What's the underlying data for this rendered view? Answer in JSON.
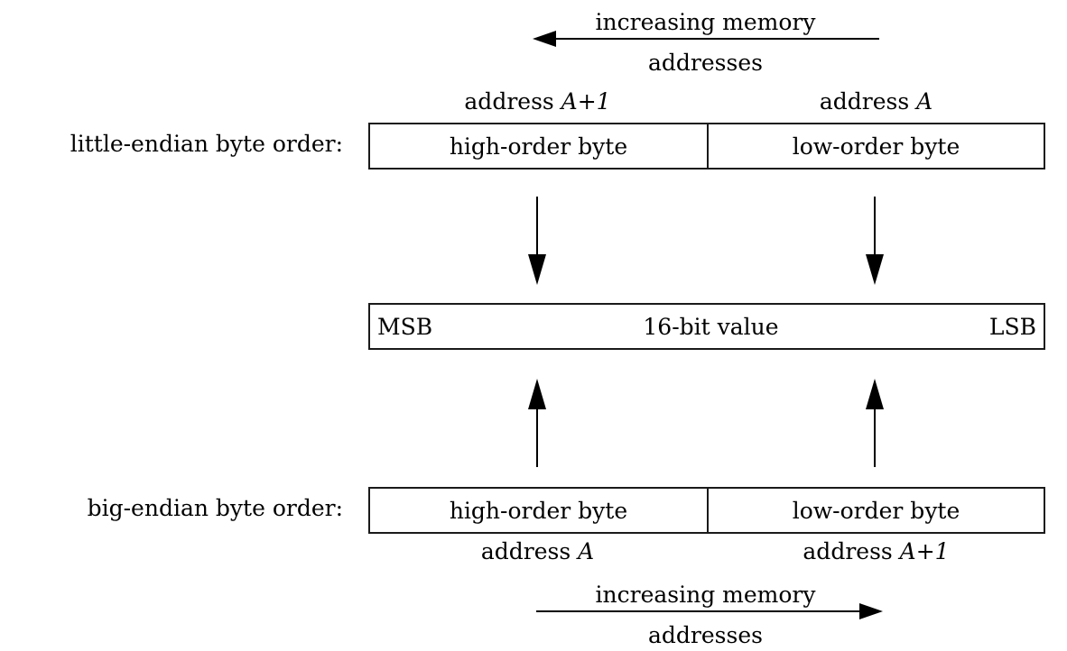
{
  "diagram": {
    "title": "Endianness byte order diagram",
    "colors": {
      "ink": "#000000",
      "rule": "#1a1a1a",
      "background": "#ffffff"
    },
    "top_banner": {
      "line1": "increasing memory",
      "line2": "addresses",
      "direction": "left",
      "arrow_name": "increasing-memory-arrow-left"
    },
    "bottom_banner": {
      "line1": "increasing memory",
      "line2": "addresses",
      "direction": "right",
      "arrow_name": "increasing-memory-arrow-right"
    },
    "little_endian": {
      "row_label": "little-endian byte order:",
      "address_left_prefix": "address ",
      "address_left_symbol": "A+1",
      "address_right_prefix": "address ",
      "address_right_symbol": "A",
      "cell_left": "high-order byte",
      "cell_right": "low-order byte"
    },
    "big_endian": {
      "row_label": "big-endian byte order:",
      "address_left_prefix": "address ",
      "address_left_symbol": "A",
      "address_right_prefix": "address ",
      "address_right_symbol": "A+1",
      "cell_left": "high-order byte",
      "cell_right": "low-order byte"
    },
    "value_box": {
      "msb": "MSB",
      "label": "16-bit value",
      "lsb": "LSB"
    },
    "connectors": {
      "down_left": "down-arrow",
      "down_right": "down-arrow",
      "up_left": "up-arrow",
      "up_right": "up-arrow"
    }
  }
}
